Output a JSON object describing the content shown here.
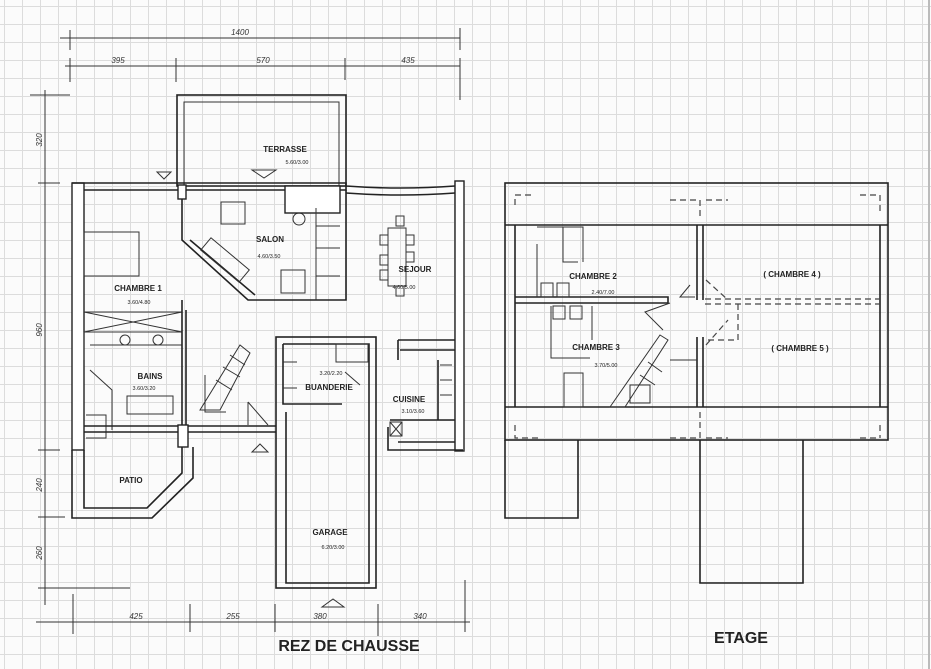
{
  "ground_floor": {
    "title": "REZ DE CHAUSSE",
    "dimensions": {
      "total_width": "1400",
      "top": [
        "395",
        "570",
        "435"
      ],
      "left": [
        "320",
        "960",
        "240",
        "260"
      ],
      "bottom": [
        "425",
        "255",
        "380",
        "340"
      ]
    },
    "rooms": [
      {
        "name": "TERRASSE",
        "size": "5.60/3.00"
      },
      {
        "name": "SALON",
        "size": "4.60/3.50"
      },
      {
        "name": "CHAMBRE 1",
        "size": "3.60/4.80"
      },
      {
        "name": "SEJOUR",
        "size": "4.60/5.00"
      },
      {
        "name": "BAINS",
        "size": "3.60/3.20"
      },
      {
        "name": "BUANDERIE",
        "size": "3.20/2.20"
      },
      {
        "name": "CUISINE",
        "size": "3.10/3.60"
      },
      {
        "name": "PATIO",
        "size": ""
      },
      {
        "name": "GARAGE",
        "size": "6.20/3.00"
      }
    ]
  },
  "upper_floor": {
    "title": "ETAGE",
    "rooms": [
      {
        "name": "CHAMBRE 2",
        "size": "2.40/7.00"
      },
      {
        "name": "CHAMBRE 3",
        "size": "3.70/5.00"
      },
      {
        "name": "( CHAMBRE 4 )",
        "size": ""
      },
      {
        "name": "( CHAMBRE 5 )",
        "size": ""
      }
    ]
  }
}
